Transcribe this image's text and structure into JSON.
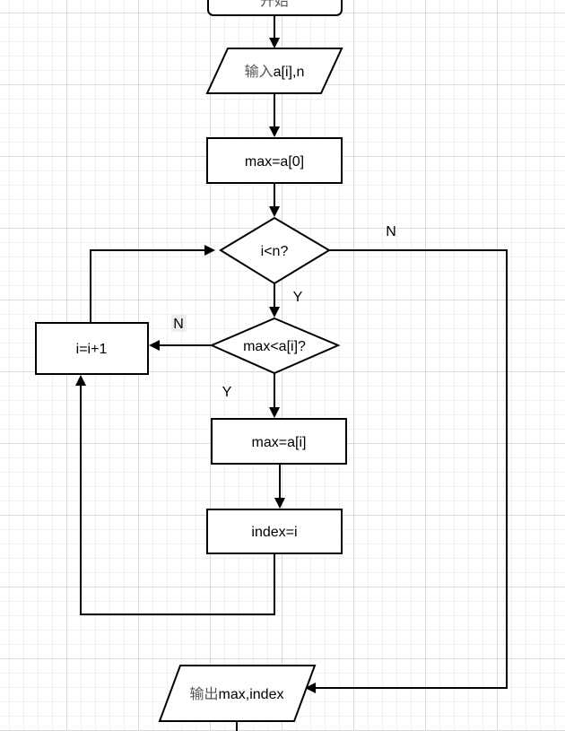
{
  "diagram": {
    "nodes": {
      "start": {
        "label": "开始"
      },
      "input": {
        "prefix": "输入",
        "label": "a[i],n"
      },
      "init": {
        "label": "max=a[0]"
      },
      "loop_check": {
        "label": "i<n?"
      },
      "compare": {
        "label": "max<a[i]?"
      },
      "increment": {
        "label": "i=i+1"
      },
      "assign_max": {
        "label": "max=a[i]"
      },
      "assign_index": {
        "label": "index=i"
      },
      "output": {
        "prefix": "输出",
        "label": "max,index"
      }
    },
    "edge_labels": {
      "loop_no": "N",
      "loop_yes": "Y",
      "compare_no": "N",
      "compare_yes": "Y"
    },
    "colors": {
      "stroke": "#000000",
      "fill": "#ffffff",
      "grid": "#d9d9d9"
    }
  }
}
